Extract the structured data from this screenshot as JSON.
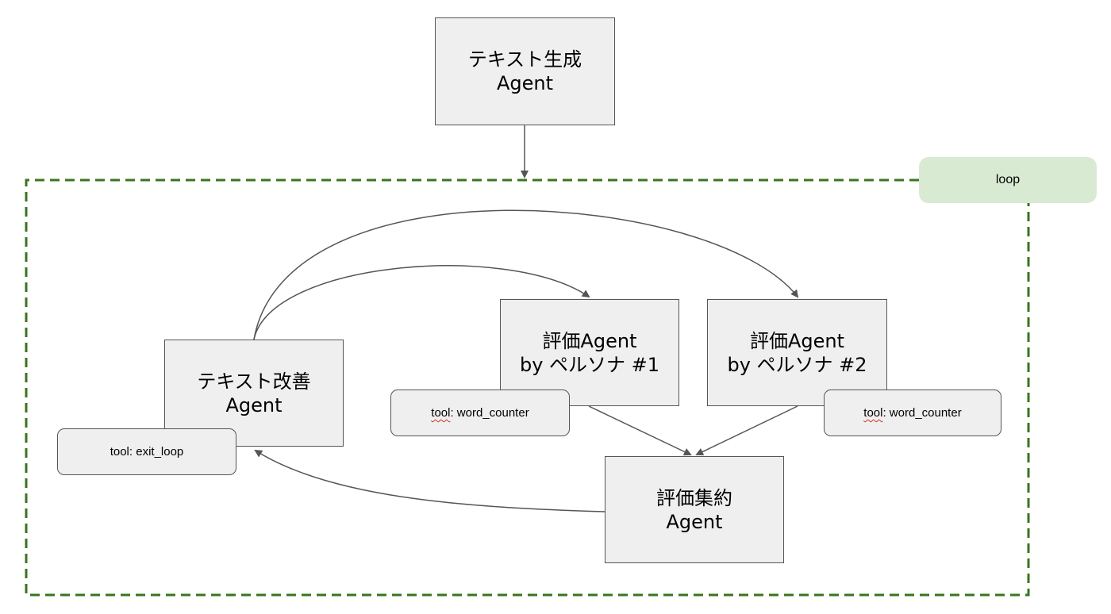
{
  "loop": {
    "label": "loop"
  },
  "nodes": {
    "text_gen": {
      "line1": "テキスト生成",
      "line2": "Agent"
    },
    "text_improve": {
      "line1": "テキスト改善",
      "line2": "Agent"
    },
    "eval1": {
      "line1": "評価Agent",
      "line2": "by ペルソナ #1"
    },
    "eval2": {
      "line1": "評価Agent",
      "line2": "by ペルソナ #2"
    },
    "aggregate": {
      "line1": "評価集約",
      "line2": "Agent"
    }
  },
  "tools": {
    "exit_loop": {
      "prefix": "tool",
      "label": ": exit_loop"
    },
    "word_counter_1": {
      "prefix": "tool",
      "label": ": word_counter"
    },
    "word_counter_2": {
      "prefix": "tool",
      "label": ": word_counter"
    }
  },
  "colors": {
    "box_fill": "#efefef",
    "box_border": "#555555",
    "loop_border": "#38761d",
    "loop_label_fill": "#d9ead3",
    "edge": "#555555"
  }
}
